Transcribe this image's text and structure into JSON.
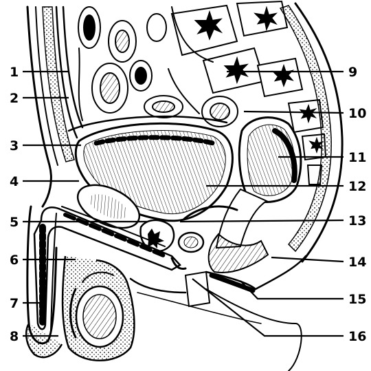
{
  "diagram": {
    "left_labels": [
      "1",
      "2",
      "3",
      "4",
      "5",
      "6",
      "7",
      "8"
    ],
    "right_labels": [
      "9",
      "10",
      "11",
      "12",
      "13",
      "14",
      "15",
      "16"
    ]
  }
}
